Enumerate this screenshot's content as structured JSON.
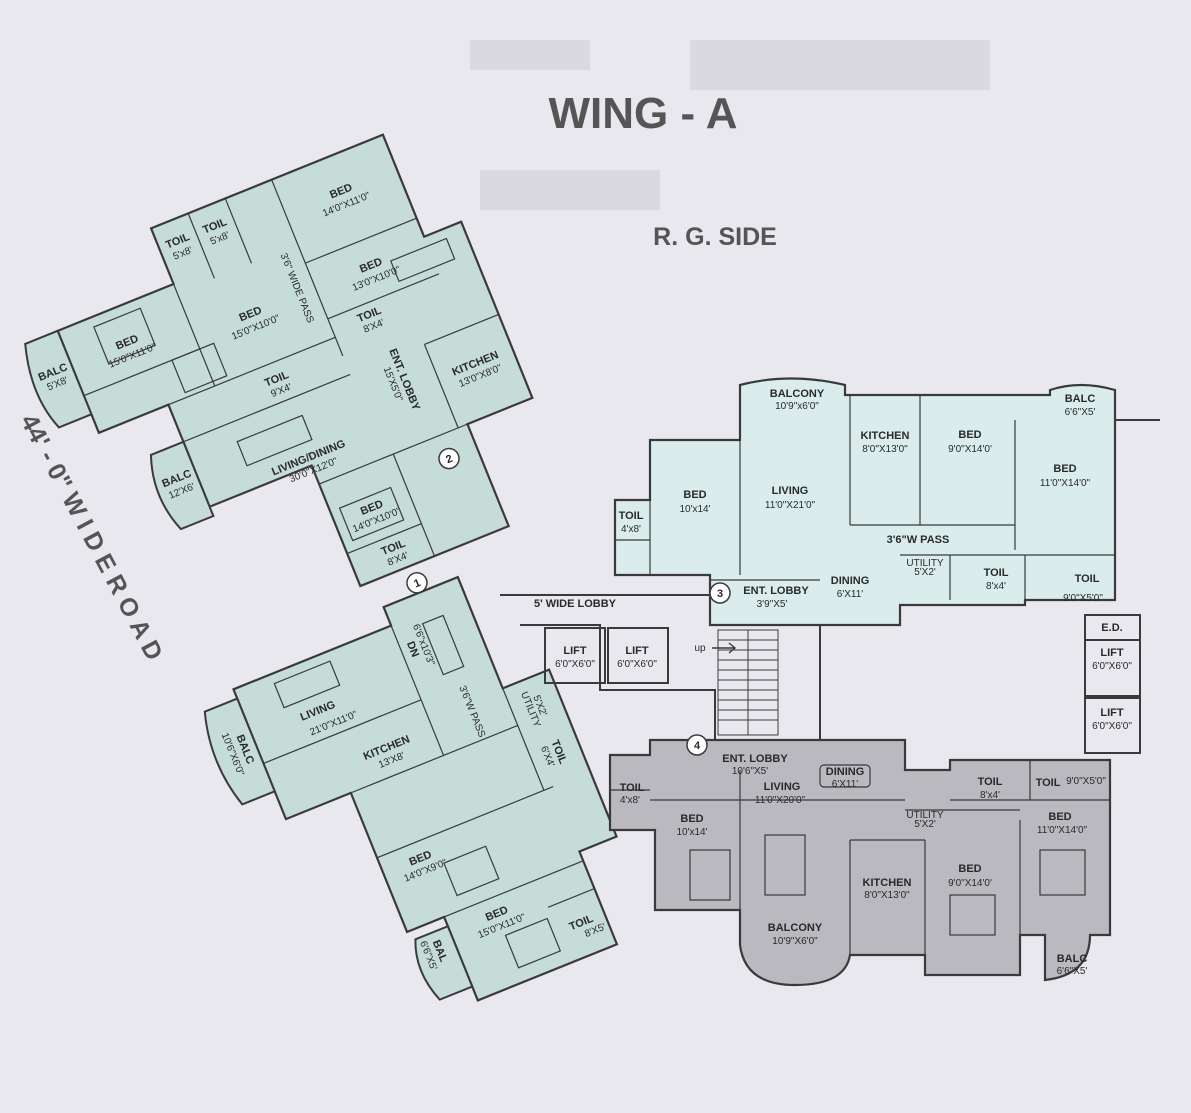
{
  "title": "WING - A",
  "subtitle": "R. G. SIDE",
  "road_label": "44' - 0\" W I D E   R O A D",
  "colors": {
    "background": "#e9e8ee",
    "unit_teal": "#c5dcd8",
    "unit_light": "#dbecec",
    "unit_grey": "#b9b9bf",
    "wall": "#3a3a3a",
    "title": "#555555"
  },
  "unit_1": {
    "balc_a": [
      "BALC",
      "5'X8'"
    ],
    "bed_a": [
      "BED",
      "15'0\"X11'0\""
    ],
    "toil_a": [
      "TOIL",
      "5'x8'"
    ],
    "toil_b": [
      "TOIL",
      "5'x8'"
    ],
    "bed_b": [
      "BED",
      "14'0\"X11'0\""
    ],
    "pass": "3'6\" WIDE PASS",
    "bed_c": [
      "BED",
      "13'0\"X10'0\""
    ],
    "bed_d": [
      "BED",
      "15'0\"X10'0\""
    ],
    "toil_c": [
      "TOIL",
      "8'X4'"
    ],
    "toil_d": [
      "TOIL",
      "9'X4'"
    ],
    "living": [
      "LIVING/DINING",
      "30'0\"X12'0\""
    ],
    "balc_b": [
      "BALC",
      "12'X6'"
    ],
    "lobby": [
      "ENT. LOBBY",
      "15'X5'0\""
    ],
    "kitchen": [
      "KITCHEN",
      "13'0\"X8'0\""
    ],
    "bed_e": [
      "BED",
      "14'0\"X10'0\""
    ],
    "toil_e": [
      "TOIL",
      "8'X4'"
    ],
    "marker": "2"
  },
  "unit_2": {
    "marker": "1",
    "living": [
      "LIVING",
      "21'0\"X11'0\""
    ],
    "balc": [
      "BALC",
      "10'6\"X6'0\""
    ],
    "dn": [
      "DN",
      "6'6\"x10'3\""
    ],
    "pass": "3'6\"W PASS",
    "utility": [
      "UTILITY",
      "5'X2'"
    ],
    "kitchen": [
      "KITCHEN",
      "13'X8'"
    ],
    "toil_a": [
      "TOIL",
      "6'X4'"
    ],
    "bed_a": [
      "BED",
      "14'0\"X9'0\""
    ],
    "bed_b": [
      "BED",
      "15'0\"X11'0\""
    ],
    "bal": [
      "BAL",
      "6'6\"X5'"
    ],
    "toil_b": [
      "TOIL",
      "8'X5'"
    ]
  },
  "core": {
    "lobby": "5' WIDE LOBBY",
    "lift_1": [
      "LIFT",
      "6'0\"X6'0\""
    ],
    "lift_2": [
      "LIFT",
      "6'0\"X6'0\""
    ],
    "lift_3": [
      "LIFT",
      "6'0\"X6'0\""
    ],
    "lift_4": [
      "LIFT",
      "6'0\"X6'0\""
    ],
    "ed": "E.D.",
    "up": "up"
  },
  "unit_3": {
    "marker": "3",
    "balcony": [
      "BALCONY",
      "10'9\"x6'0\""
    ],
    "kitchen": [
      "KITCHEN",
      "8'0\"X13'0\""
    ],
    "bed_a": [
      "BED",
      "9'0\"X14'0'"
    ],
    "balc": [
      "BALC",
      "6'6\"X5'"
    ],
    "bed_b": [
      "BED",
      "11'0\"X14'0\""
    ],
    "bed_c": [
      "BED",
      "10'x14'"
    ],
    "toil_a": [
      "TOIL",
      "4'x8'"
    ],
    "living": [
      "LIVING",
      "11'0\"X21'0\""
    ],
    "pass": "3'6\"W PASS",
    "utility": [
      "UTILITY",
      "5'X2'"
    ],
    "toil_b": [
      "TOIL",
      "8'x4'"
    ],
    "toil_c": [
      "TOIL",
      "9'0\"X5'0\""
    ],
    "lobby": [
      "ENT. LOBBY",
      "3'9\"X5'"
    ],
    "dining": [
      "DINING",
      "6'X11'"
    ]
  },
  "unit_4": {
    "marker": "4",
    "lobby": [
      "ENT. LOBBY",
      "10'6\"X5'"
    ],
    "toil_a": [
      "TOIL",
      "4'x8'"
    ],
    "dining": [
      "DINING",
      "6'X11'"
    ],
    "living": [
      "LIVING",
      "11'0\"X20'0\""
    ],
    "bed_a": [
      "BED",
      "10'x14'"
    ],
    "utility": [
      "UTILITY",
      "5'X2'"
    ],
    "toil_b": [
      "TOIL",
      "8'x4'"
    ],
    "toil_c": [
      "TOIL",
      "9'0\"X5'0\""
    ],
    "bed_b": [
      "BED",
      "11'0\"X14'0\""
    ],
    "kitchen": [
      "KITCHEN",
      "8'0\"X13'0\""
    ],
    "bed_c": [
      "BED",
      "9'0\"X14'0'"
    ],
    "balcony": [
      "BALCONY",
      "10'9\"X6'0\""
    ],
    "balc": [
      "BALC",
      "6'6\"X5'"
    ]
  }
}
